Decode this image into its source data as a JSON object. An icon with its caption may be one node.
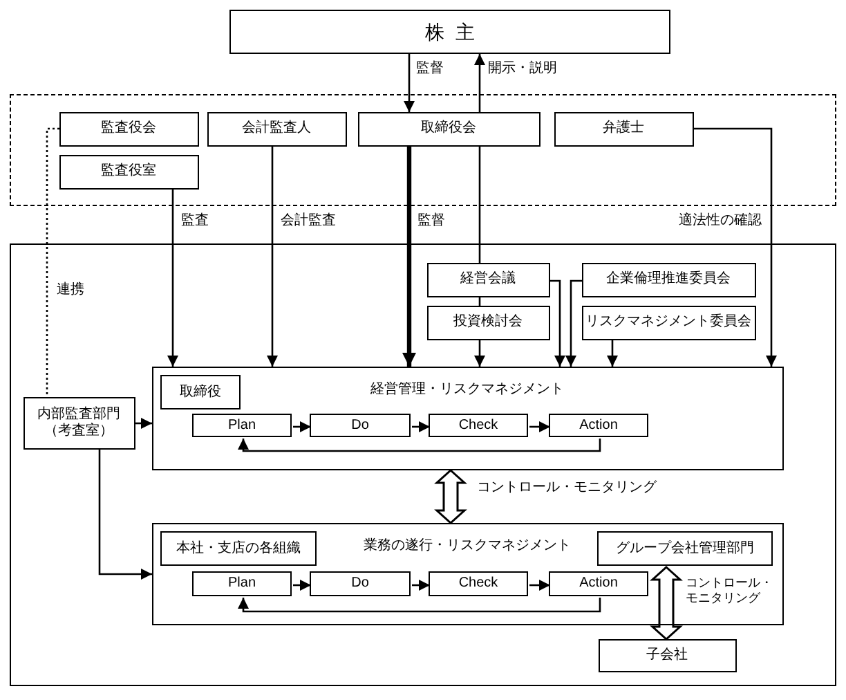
{
  "diagram": {
    "nodes": [
      {
        "text": [
          "株主"
        ]
      },
      {
        "text": [],
        "shape": "box"
      },
      {
        "text": [
          "監査役会"
        ],
        "in": 1
      },
      {
        "text": [
          "監査役室"
        ],
        "in": 1
      },
      {
        "text": [
          "会計監査人"
        ],
        "in": 1
      },
      {
        "text": [
          "取締役会"
        ],
        "in": 1
      },
      {
        "text": [
          "弁護士"
        ],
        "in": 1
      },
      {
        "text": [],
        "shape": "box"
      },
      {
        "text": [
          "経営会議"
        ],
        "in": 7
      },
      {
        "text": [
          "投資検討会"
        ],
        "in": 7
      },
      {
        "text": [
          "企業倫理推進委員会"
        ],
        "in": 7
      },
      {
        "text": [
          "リスクマネジメント委員会"
        ],
        "in": 7
      },
      {
        "text": [
          "内部監査部門（考査室）"
        ],
        "in": 7
      },
      {
        "text": [
          "経営管理・リスクマネジメント"
        ],
        "in": 7
      },
      {
        "text": [
          "取締役"
        ],
        "in": 13
      },
      {
        "text": [
          "Plan"
        ],
        "in": 13
      },
      {
        "text": [
          "Do"
        ],
        "in": 13
      },
      {
        "text": [
          "Check"
        ],
        "in": 13
      },
      {
        "text": [
          "Action"
        ],
        "in": 13
      },
      {
        "text": [
          "業務の遂行・リスクマネジメント"
        ],
        "in": 7
      },
      {
        "text": [
          "本社・支店の各組織"
        ],
        "in": 19
      },
      {
        "text": [
          "グループ会社管理部門"
        ],
        "in": 19
      },
      {
        "text": [
          "Plan"
        ],
        "in": 19
      },
      {
        "text": [
          "Do"
        ],
        "in": 19
      },
      {
        "text": [
          "Check"
        ],
        "in": 19
      },
      {
        "text": [
          "Action"
        ],
        "in": 19
      },
      {
        "text": [
          "子会社"
        ],
        "in": 7
      }
    ],
    "edges": [
      {
        "from": 0,
        "to": 5,
        "arrow": "to",
        "label": "監督"
      },
      {
        "from": 5,
        "to": 0,
        "arrow": "to",
        "label": "開示・説明"
      },
      {
        "from": 3,
        "to": 13,
        "arrow": "to",
        "label": "監査"
      },
      {
        "from": 4,
        "to": 13,
        "arrow": "to",
        "label": "会計監査"
      },
      {
        "from": 5,
        "to": 13,
        "arrow": "to",
        "label": "監督",
        "style": "thick"
      },
      {
        "from": 5,
        "to": 8,
        "arrow": "none"
      },
      {
        "from": 8,
        "to": 9,
        "arrow": "none"
      },
      {
        "from": 9,
        "to": 13,
        "arrow": "to"
      },
      {
        "from": 8,
        "to": 13,
        "arrow": "to"
      },
      {
        "from": 10,
        "to": 13,
        "arrow": "to"
      },
      {
        "from": 11,
        "to": 13,
        "arrow": "to"
      },
      {
        "from": 6,
        "to": 13,
        "arrow": "to",
        "label": "適法性の確認"
      },
      {
        "from": 2,
        "to": 12,
        "arrow": "none",
        "label": "連携",
        "style": "dashed"
      },
      {
        "from": 12,
        "to": 13,
        "arrow": "to"
      },
      {
        "from": 12,
        "to": 19,
        "arrow": "to"
      },
      {
        "from": 13,
        "to": 19,
        "arrow": "both",
        "label": "コントロール・モニタリング"
      },
      {
        "from": 21,
        "to": 26,
        "arrow": "both",
        "label": "コントロール・モニタリング"
      },
      {
        "from": 15,
        "to": 16,
        "arrow": "to"
      },
      {
        "from": 16,
        "to": 17,
        "arrow": "to"
      },
      {
        "from": 17,
        "to": 18,
        "arrow": "to"
      },
      {
        "from": 18,
        "to": 15,
        "arrow": "to"
      },
      {
        "from": 22,
        "to": 23,
        "arrow": "to"
      },
      {
        "from": 23,
        "to": 24,
        "arrow": "to"
      },
      {
        "from": 24,
        "to": 25,
        "arrow": "to"
      },
      {
        "from": 25,
        "to": 22,
        "arrow": "to"
      }
    ]
  }
}
